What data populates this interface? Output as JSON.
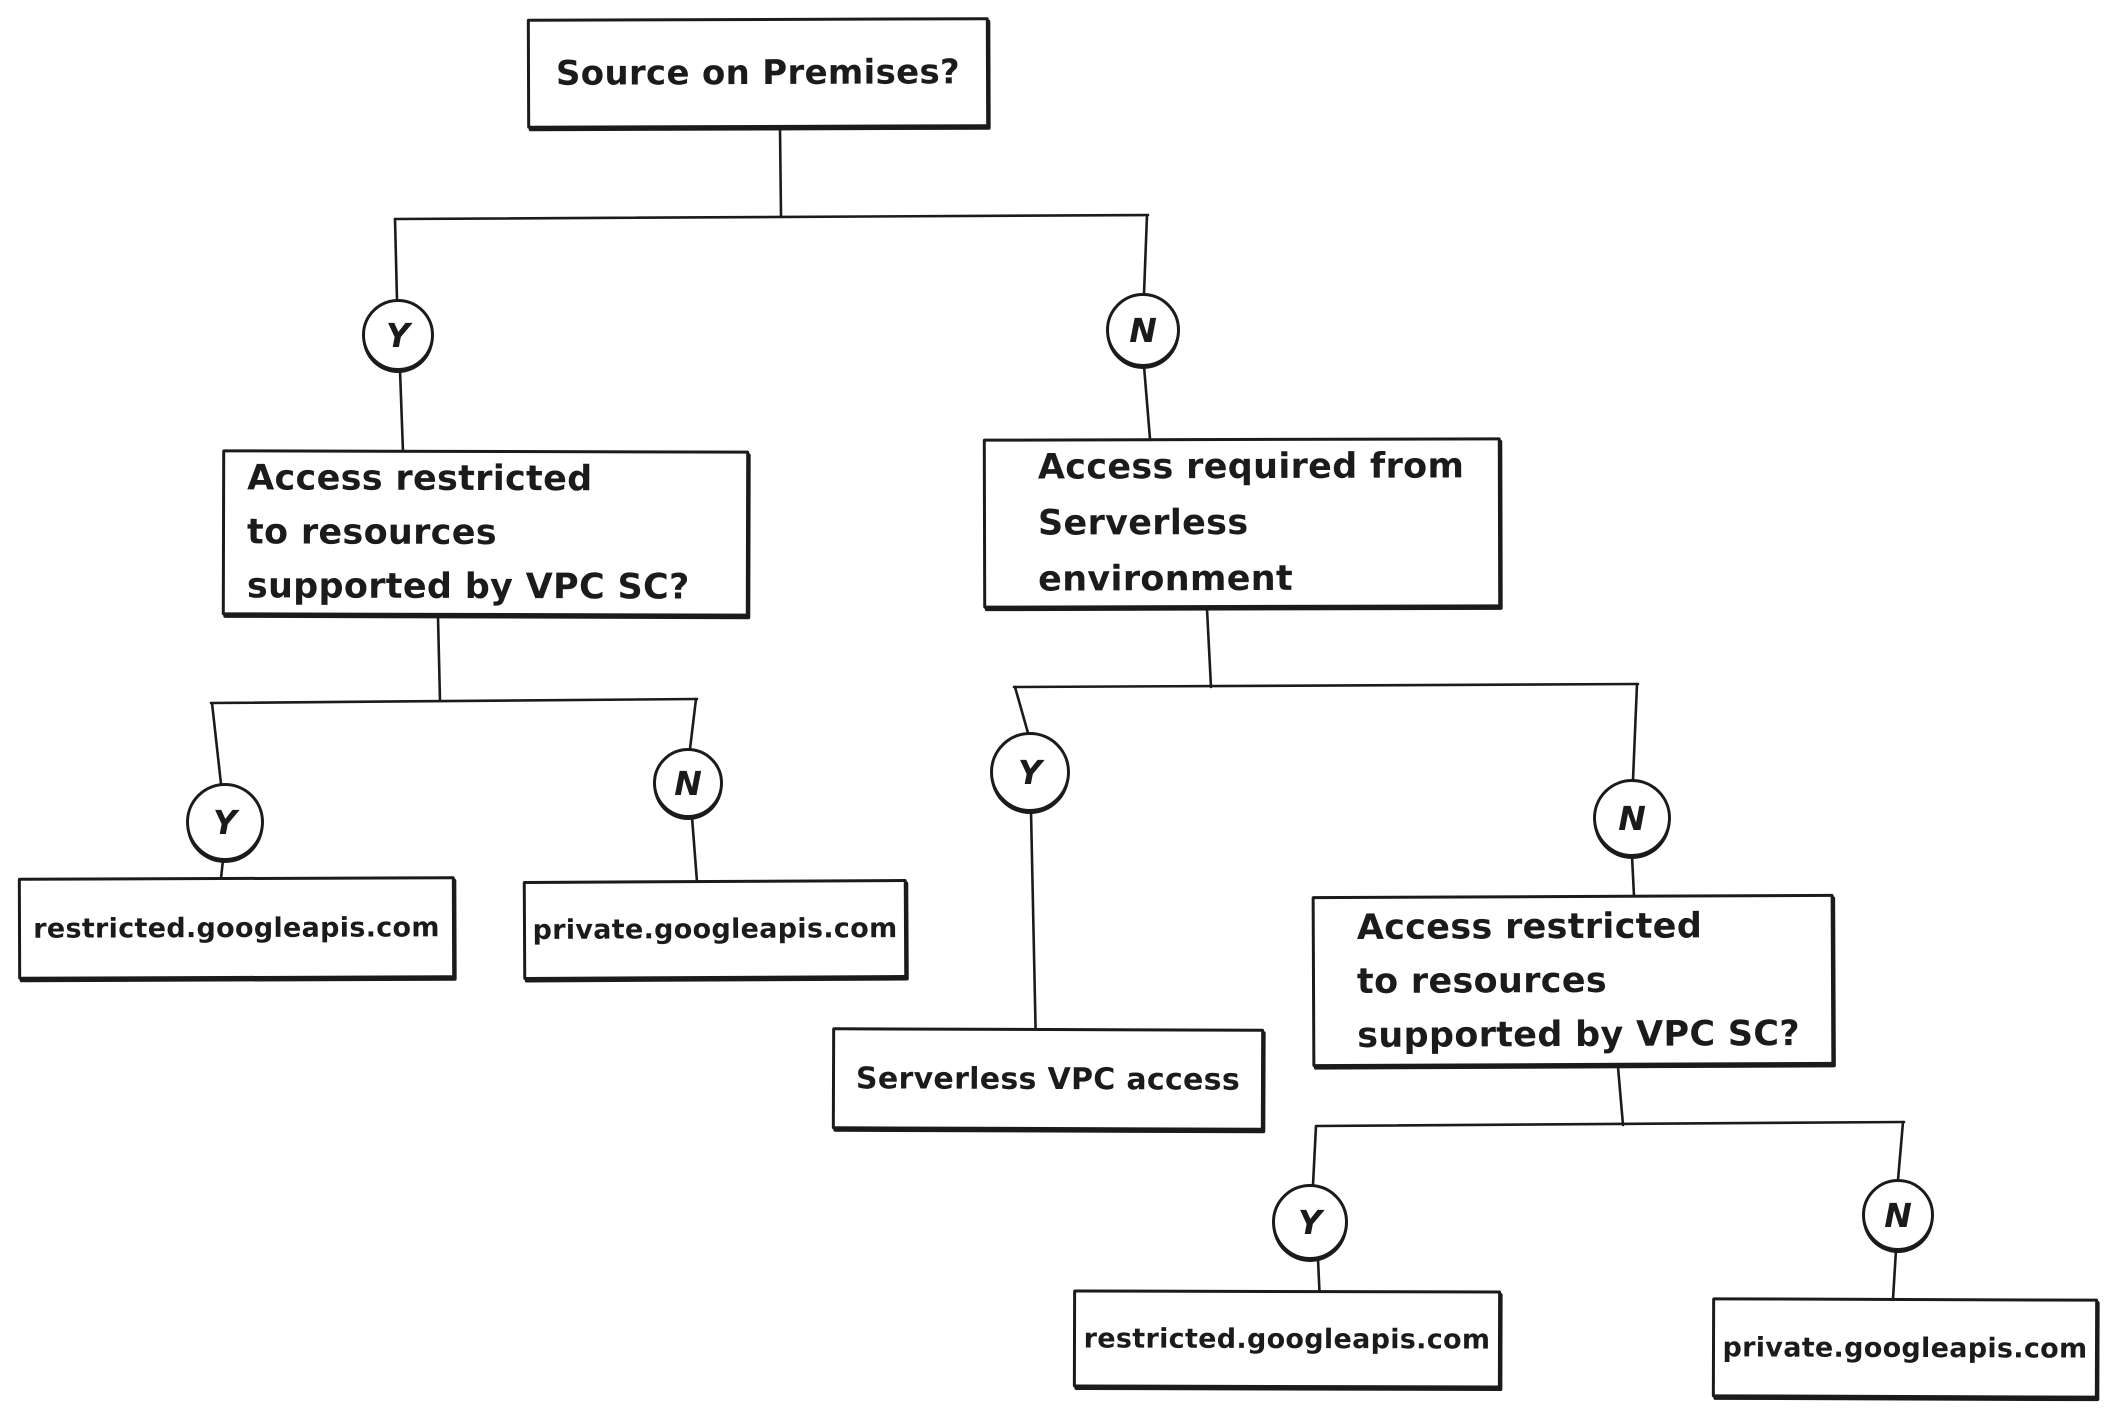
{
  "style": {
    "ink": "#1b1b1b",
    "background": "#ffffff"
  },
  "labels": {
    "yes": "Y",
    "no": "N"
  },
  "nodes": {
    "root": {
      "text": "Source on Premises?",
      "type": "question"
    },
    "q_left": {
      "text": "Access restricted\nto resources\nsupported by VPC SC?",
      "type": "question"
    },
    "q_right": {
      "text": "Access required from\nServerless environment",
      "type": "question"
    },
    "leaf_restricted_left": {
      "text": "restricted.googleapis.com",
      "type": "result"
    },
    "leaf_private_left": {
      "text": "private.googleapis.com",
      "type": "result"
    },
    "serverless_access": {
      "text": "Serverless VPC access",
      "type": "result"
    },
    "q_right2": {
      "text": "Access restricted\nto resources\nsupported by VPC SC?",
      "type": "question"
    },
    "leaf_restricted_right": {
      "text": "restricted.googleapis.com",
      "type": "result"
    },
    "leaf_private_right": {
      "text": "private.googleapis.com",
      "type": "result"
    }
  },
  "edges": [
    {
      "from": "root",
      "label": "Y",
      "to": "q_left"
    },
    {
      "from": "root",
      "label": "N",
      "to": "q_right"
    },
    {
      "from": "q_left",
      "label": "Y",
      "to": "leaf_restricted_left"
    },
    {
      "from": "q_left",
      "label": "N",
      "to": "leaf_private_left"
    },
    {
      "from": "q_right",
      "label": "Y",
      "to": "serverless_access"
    },
    {
      "from": "q_right",
      "label": "N",
      "to": "q_right2"
    },
    {
      "from": "q_right2",
      "label": "Y",
      "to": "leaf_restricted_right"
    },
    {
      "from": "q_right2",
      "label": "N",
      "to": "leaf_private_right"
    }
  ]
}
